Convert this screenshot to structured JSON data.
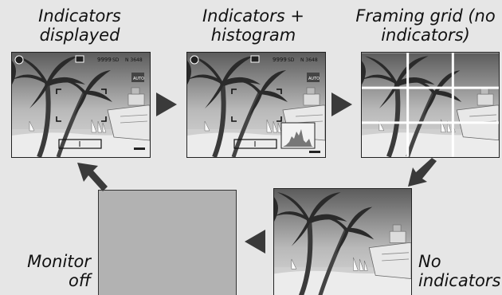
{
  "steps": [
    {
      "caption_line1": "Indicators",
      "caption_line2": "displayed"
    },
    {
      "caption_line1": "Indicators +",
      "caption_line2": "histogram"
    },
    {
      "caption_line1": "Framing grid (no",
      "caption_line2": "indicators)"
    },
    {
      "caption_line1": "No",
      "caption_line2": "indicators"
    },
    {
      "caption_line1": "Monitor",
      "caption_line2": "off"
    }
  ],
  "osd": {
    "shots_remaining_1": "9999",
    "shots_remaining_2": "9999",
    "card": "SD",
    "quality": "N 3648",
    "mode_badge": "AUTO"
  },
  "colors": {
    "background": "#e6e6e6",
    "arrow": "#3a3a3a",
    "monitor_off": "#b2b2b2",
    "grid_lines": "#ffffff"
  }
}
